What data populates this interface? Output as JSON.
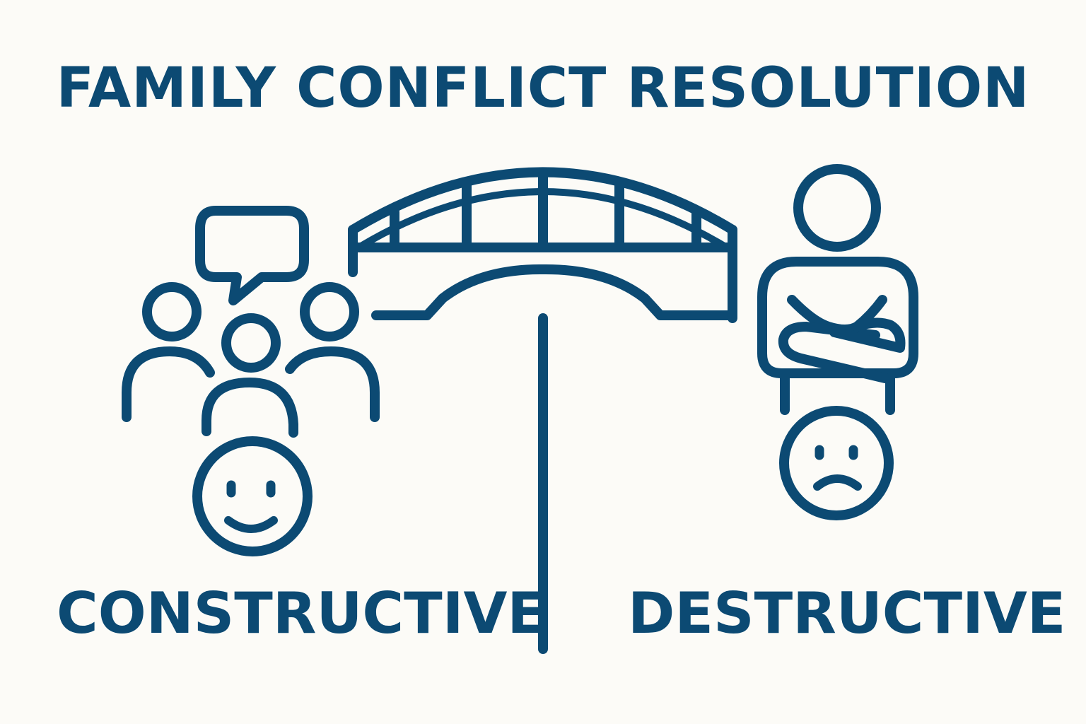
{
  "title": "FAMILY CONFLICT RESOLUTION",
  "left_label": "CONSTRUCTIVE",
  "right_label": "DESTRUCTIVE",
  "colors": {
    "ink": "#0c4a73",
    "background": "#fcfbf7"
  },
  "icons": {
    "speech_bubble": "speech-bubble-icon",
    "family_group": "family-group-icon",
    "happy_face": "happy-face-icon",
    "bridge": "bridge-icon",
    "crossed_arms_person": "crossed-arms-person-icon",
    "sad_face": "sad-face-icon"
  }
}
